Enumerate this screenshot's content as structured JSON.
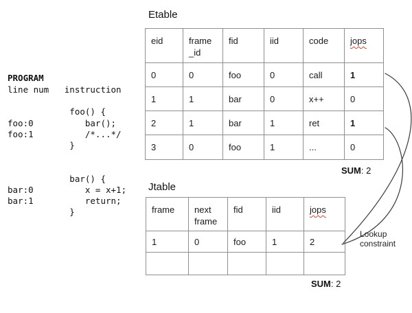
{
  "program": {
    "title": "PROGRAM",
    "body": "line num   instruction\n\n            foo() {\nfoo:0          bar();\nfoo:1          /*...*/\n            }\n\n\n            bar() {\nbar:0          x = x+1;\nbar:1          return;\n            }"
  },
  "etable": {
    "title": "Etable",
    "headers": [
      "eid",
      "frame\n_id",
      "fid",
      "iid",
      "code",
      "jops"
    ],
    "rows": [
      [
        "0",
        "0",
        "foo",
        "0",
        "call",
        "1"
      ],
      [
        "1",
        "1",
        "bar",
        "0",
        "x++",
        "0"
      ],
      [
        "2",
        "1",
        "bar",
        "1",
        "ret",
        "1"
      ],
      [
        "3",
        "0",
        "foo",
        "1",
        "...",
        "0"
      ]
    ],
    "sum_label": "SUM",
    "sum_value": ": 2"
  },
  "jtable": {
    "title": "Jtable",
    "headers": [
      "frame",
      "next\nframe",
      "fid",
      "iid",
      "jops"
    ],
    "rows": [
      [
        "1",
        "0",
        "foo",
        "1",
        "2"
      ],
      [
        "",
        "",
        "",
        "",
        ""
      ]
    ],
    "sum_label": "SUM",
    "sum_value": ": 2"
  },
  "annotation": {
    "lookup_label": "Lookup constraint"
  },
  "colors": {
    "border": "#8f8f8f",
    "text": "#1a1a1a",
    "squiggle_red": "#cc4436",
    "curve": "#3a3a3a"
  }
}
